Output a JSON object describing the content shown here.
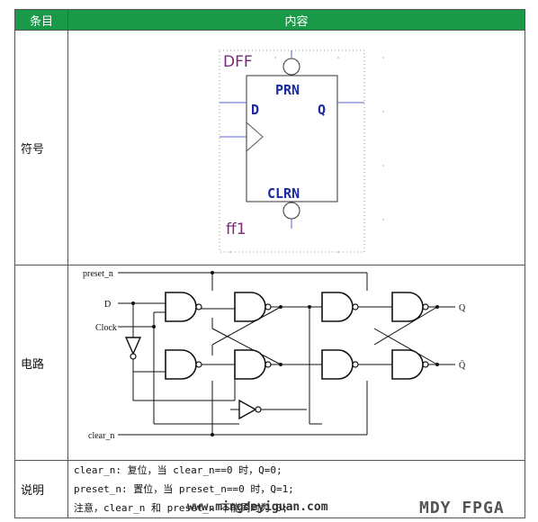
{
  "table": {
    "header": {
      "col1": "条目",
      "col2": "内容"
    },
    "rows": {
      "symbol": {
        "label": "符号"
      },
      "circuit": {
        "label": "电路"
      },
      "desc": {
        "label": "说明",
        "lines": [
          "clear_n:  复位，当 clear_n==0 时，Q=0;",
          "preset_n: 置位，当 preset_n==0 时，Q=1;",
          "注意，clear_n 和 preset_n 不能同时为 0;"
        ]
      }
    }
  },
  "symbol": {
    "type_label": "DFF",
    "inst_label": "ff1",
    "pins": {
      "prn": "PRN",
      "d": "D",
      "q": "Q",
      "clrn": "CLRN"
    },
    "colors": {
      "type_text": "#7a2a7a",
      "pin_text": "#1a2aa0",
      "wire": "#5566cc"
    }
  },
  "circuit": {
    "labels": {
      "preset": "preset_n",
      "d": "D",
      "clock": "Clock",
      "clear": "clear_n",
      "q": "Q",
      "qbar": "Q̄"
    }
  },
  "watermark": {
    "url": "www.mingdeyiguan.com",
    "brand": "MDY FPGA"
  }
}
